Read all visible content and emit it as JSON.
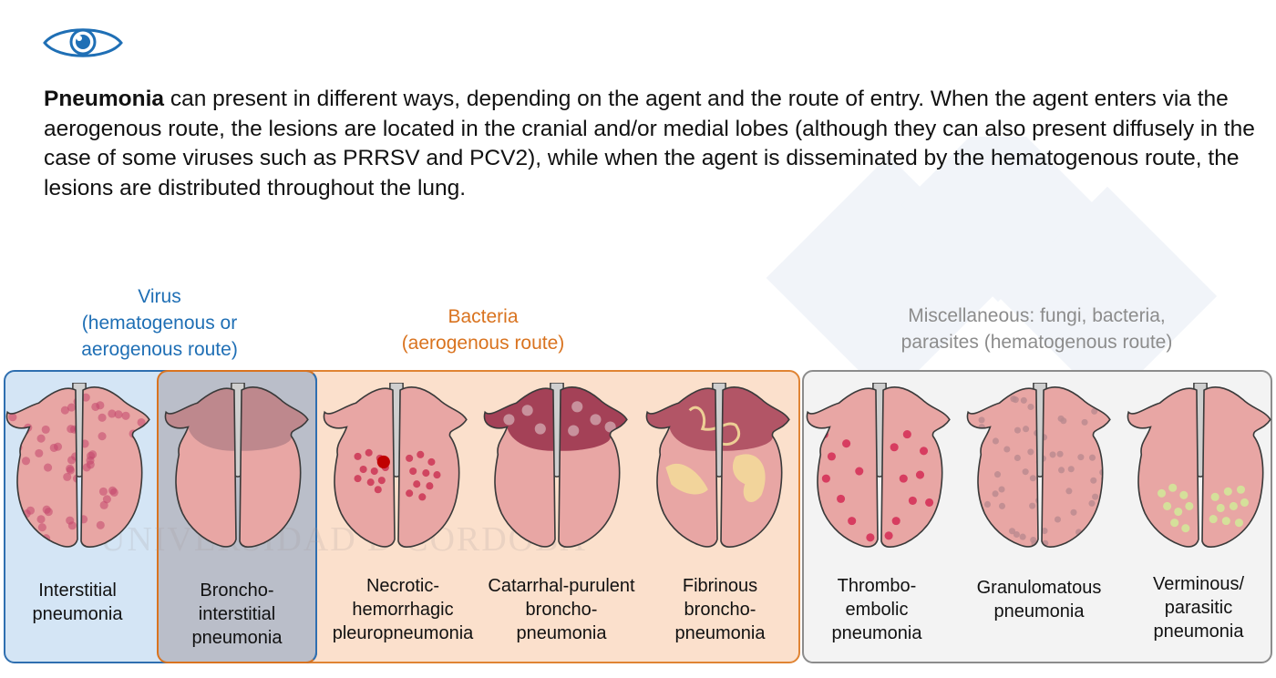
{
  "intro": {
    "bold": "Pneumonia",
    "text": " can present in different ways, depending on the agent and the route of entry. When the agent enters via the aerogenous route, the lesions are located in the cranial and/or medial lobes (although they can also present diffusely in the case of some viruses such as PRRSV and PCV2), while when the agent is disseminated by the hematogenous route, the lesions are distributed throughout the lung."
  },
  "groups": {
    "virus": {
      "lines": [
        "Virus",
        "(hematogenous or",
        "aerogenous route)"
      ],
      "color": "#1f6fb5"
    },
    "bacteria": {
      "lines": [
        "Bacteria",
        "(aerogenous route)"
      ],
      "color": "#d9731f"
    },
    "misc": {
      "lines": [
        "Miscellaneous: fungi, bacteria,",
        "parasites (hematogenous route)"
      ],
      "color": "#8c8c8c"
    }
  },
  "lungs": [
    {
      "lines": [
        "Interstitial",
        "pneumonia"
      ]
    },
    {
      "lines": [
        "Broncho-",
        "interstitial",
        "pneumonia"
      ]
    },
    {
      "lines": [
        "Necrotic-",
        "hemorrhagic",
        "pleuropneumonia"
      ]
    },
    {
      "lines": [
        "Catarrhal-purulent",
        "broncho-",
        "pneumonia"
      ]
    },
    {
      "lines": [
        "Fibrinous",
        "broncho-",
        "pneumonia"
      ]
    },
    {
      "lines": [
        "Thrombo-",
        "embolic",
        "pneumonia"
      ]
    },
    {
      "lines": [
        "Granulomatous",
        "pneumonia"
      ]
    },
    {
      "lines": [
        "Verminous/",
        "parasitic",
        "pneumonia"
      ]
    }
  ],
  "watermark": {
    "text": "UNIVERSIDAD D CORDOBA"
  },
  "colors": {
    "lung": "#e8a6a4",
    "lung_outline": "#3a3a3a",
    "trachea": "#cfcfcf",
    "virus_panel": "#d4e5f5",
    "bacteria_panel": "#fbe0cc",
    "misc_panel": "#f3f3f3",
    "lesion_dark": "#8e1f3e",
    "lesion_spot": "#c2456b",
    "fibrin": "#f3dc9a",
    "parasite": "#d4e39a"
  }
}
